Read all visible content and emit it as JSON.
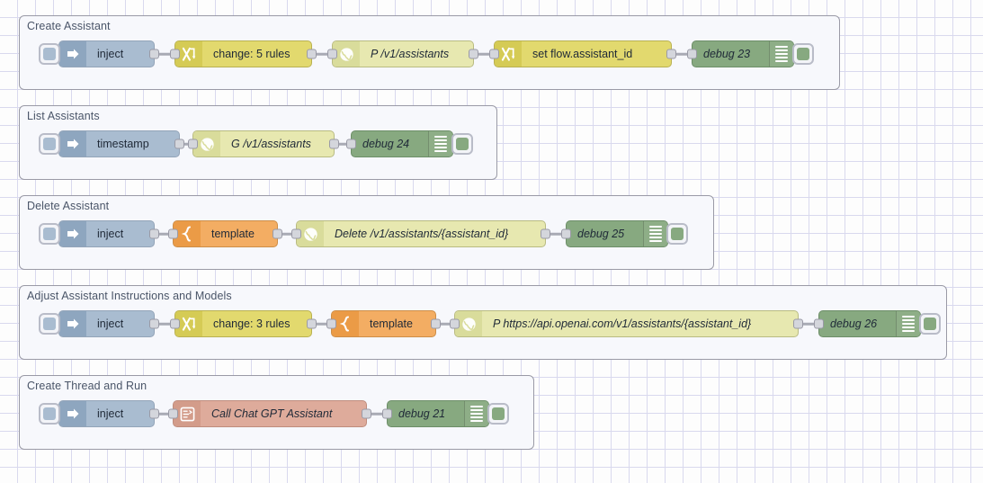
{
  "app": {
    "name": "node-red-flow-editor",
    "canvas_background": "#fdfdfd",
    "grid_color": "#d9d9ee"
  },
  "palette": {
    "inject": "#a9bcd0",
    "change": "#e2d96e",
    "http_request": "#e7e8b0",
    "template": "#f3ad63",
    "debug": "#87a980",
    "chatgpt": "#deab9b",
    "group_border": "#9a9aa6",
    "group_fill": "#f7f8fc",
    "wire": "#a8aab4"
  },
  "groups": [
    {
      "label": "Create Assistant",
      "nodes": [
        {
          "type": "inject",
          "icon": "inject-arrow-icon",
          "label": "inject"
        },
        {
          "type": "change",
          "icon": "change-swap-icon",
          "label": "change: 5 rules"
        },
        {
          "type": "http_request",
          "icon": "globe-icon",
          "label": "P /v1/assistants"
        },
        {
          "type": "change",
          "icon": "change-swap-icon",
          "label": "set flow.assistant_id"
        },
        {
          "type": "debug",
          "icon": "debug-lines-icon",
          "label": "debug 23"
        }
      ]
    },
    {
      "label": "List Assistants",
      "nodes": [
        {
          "type": "inject",
          "icon": "inject-arrow-icon",
          "label": "timestamp"
        },
        {
          "type": "http_request",
          "icon": "globe-icon",
          "label": "G /v1/assistants"
        },
        {
          "type": "debug",
          "icon": "debug-lines-icon",
          "label": "debug 24"
        }
      ]
    },
    {
      "label": "Delete Assistant",
      "nodes": [
        {
          "type": "inject",
          "icon": "inject-arrow-icon",
          "label": "inject"
        },
        {
          "type": "template",
          "icon": "brace-icon",
          "label": "template"
        },
        {
          "type": "http_request",
          "icon": "globe-icon",
          "label": "Delete /v1/assistants/{assistant_id}"
        },
        {
          "type": "debug",
          "icon": "debug-lines-icon",
          "label": "debug 25"
        }
      ]
    },
    {
      "label": "Adjust Assistant Instructions and Models",
      "nodes": [
        {
          "type": "inject",
          "icon": "inject-arrow-icon",
          "label": "inject"
        },
        {
          "type": "change",
          "icon": "change-swap-icon",
          "label": "change: 3 rules"
        },
        {
          "type": "template",
          "icon": "brace-icon",
          "label": "template"
        },
        {
          "type": "http_request",
          "icon": "globe-icon",
          "label": "P https://api.openai.com/v1/assistants/{assistant_id}"
        },
        {
          "type": "debug",
          "icon": "debug-lines-icon",
          "label": "debug 26"
        }
      ]
    },
    {
      "label": "Create Thread and Run",
      "nodes": [
        {
          "type": "inject",
          "icon": "inject-arrow-icon",
          "label": "inject"
        },
        {
          "type": "chatgpt",
          "icon": "chatgpt-form-icon",
          "label": "Call Chat GPT Assistant"
        },
        {
          "type": "debug",
          "icon": "debug-lines-icon",
          "label": "debug 21"
        }
      ]
    }
  ]
}
